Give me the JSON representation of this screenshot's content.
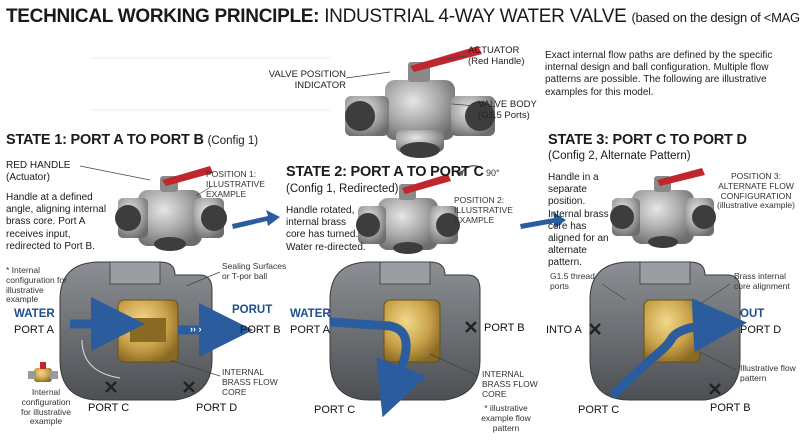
{
  "title": {
    "bold": "TECHNICAL WORKING PRINCIPLE:",
    "regular": "INDUSTRIAL 4-WAY WATER VALVE",
    "suffix": "(based on the design of <MAGE >)"
  },
  "intro_note": "Exact internal flow paths are defined by the specific internal design and ball configuration. Multiple flow patterns are possible. The following are illustrative examples for this model.",
  "top_valve": {
    "indicator_label": "VALVE POSITION INDICATOR",
    "actuator_label": "ACTUATOR (Red Handle)",
    "body_label": "VALVE BODY (G1.5 Ports)"
  },
  "state1": {
    "title": "STATE 1: PORT A TO PORT B",
    "config": "(Config 1)",
    "handle_label": "RED HANDLE (Actuator)",
    "description": "Handle at a defined angle, aligning internal brass core. Port A receives input, redirected to Port B.",
    "position_label": "POSITION 1: ILLUSTRATIVE EXAMPLE",
    "internal_note": "* Internal configuration for illustrative example",
    "sealing_label": "Sealing Surfaces or T-por ball",
    "core_label": "INTERNAL BRASS FLOW CORE",
    "water_label": "WATER",
    "out_label": "PORUT",
    "out_arrows": "›› ›",
    "port_a": "PORT A",
    "port_b": "PORT B",
    "port_c": "PORT C",
    "port_d": "PORT D",
    "icon_note": "Internal configuration for illustrative example"
  },
  "state2": {
    "title": "STATE 2: PORT A TO PORT C",
    "config": "(Config 1, Redirected)",
    "rotation": "90°",
    "description": "Handle rotated, internal brass core has turned. Water re-directed.",
    "position_label": "POSITION 2: ILLUSTRATIVE EXAMPLE",
    "water_label": "WATER",
    "port_a": "PORT A",
    "port_b": "PORT B",
    "port_c": "PORT C",
    "core_label": "INTERNAL BRASS FLOW CORE",
    "footnote": "* illustrative example flow pattern"
  },
  "state3": {
    "title": "STATE 3: PORT C TO PORT D",
    "config": "(Config 2, Alternate Pattern)",
    "description": "Handle in a separate position. Internal brass core has aligned for an alternate pattern.",
    "position_label": "POSITION 3: ALTERNATE FLOW CONFIGURATION",
    "position_sub": "(illustrative example)",
    "thread_label": "G1.5 thread ports",
    "core_label": "Brass internal core alignment",
    "flow_note": "Illustrative flow pattern",
    "into_label": "INTO A",
    "out_label": "OUT",
    "port_d": "PORT D",
    "port_c": "PORT C",
    "port_b": "PORT B"
  },
  "colors": {
    "handle_red": "#c0262b",
    "flow_blue": "#2b5d9e",
    "brass": "#c9a24a",
    "steel": "#a9a9a9",
    "cutaway_dark": "#5f6266"
  }
}
